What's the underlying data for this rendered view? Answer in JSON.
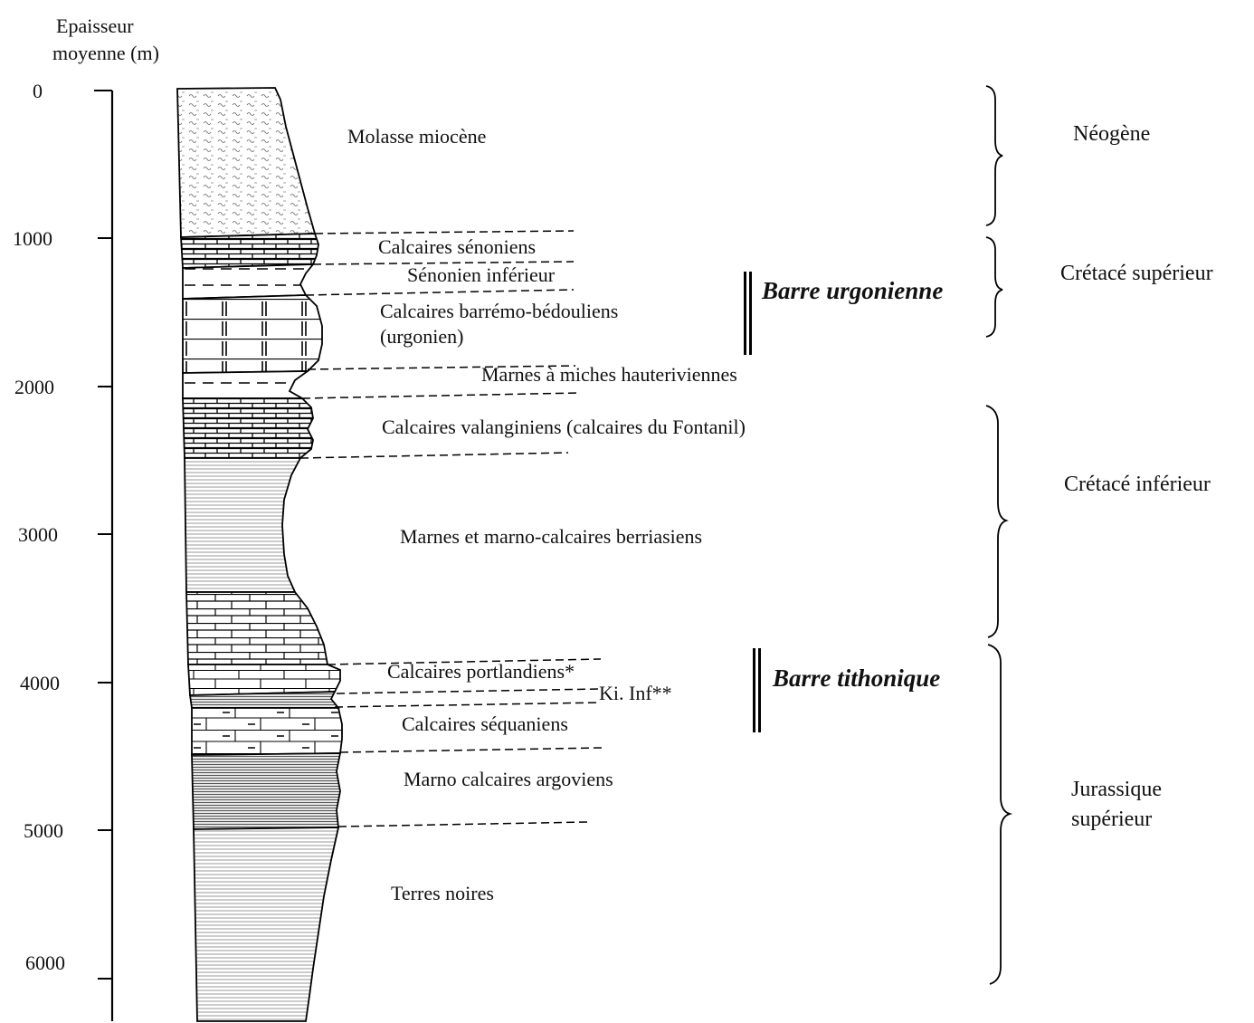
{
  "axis": {
    "label_line1": "Epaisseur",
    "label_line2": "moyenne (m)",
    "ticks": [
      {
        "value": 0,
        "label": "0"
      },
      {
        "value": 1000,
        "label": "1000"
      },
      {
        "value": 2000,
        "label": "2000"
      },
      {
        "value": 3000,
        "label": "3000"
      },
      {
        "value": 4000,
        "label": "4000"
      },
      {
        "value": 5000,
        "label": "5000"
      },
      {
        "value": 6000,
        "label": "6000"
      }
    ]
  },
  "layers": [
    {
      "name": "Molasse miocène"
    },
    {
      "name": "Calcaires sénoniens"
    },
    {
      "name": "Sénonien inférieur"
    },
    {
      "name": "Calcaires barrémo-bédouliens",
      "name_line2": "(urgonien)"
    },
    {
      "name": "Marnes à miches hauteriviennes"
    },
    {
      "name": "Calcaires valanginiens (calcaires du Fontanil)"
    },
    {
      "name": "Marnes et marno-calcaires berriasiens"
    },
    {
      "name": "Calcaires portlandiens*"
    },
    {
      "name": "Ki. Inf**"
    },
    {
      "name": "Calcaires séquaniens"
    },
    {
      "name": "Marno calcaires argoviens"
    },
    {
      "name": "Terres noires"
    }
  ],
  "barres": [
    {
      "label": "Barre urgonienne"
    },
    {
      "label": "Barre tithonique"
    }
  ],
  "periods": [
    {
      "label": "Néogène"
    },
    {
      "label": "Crétacé supérieur"
    },
    {
      "label": "Crétacé inférieur"
    },
    {
      "label": "Jurassique",
      "label_line2": "supérieur"
    }
  ]
}
